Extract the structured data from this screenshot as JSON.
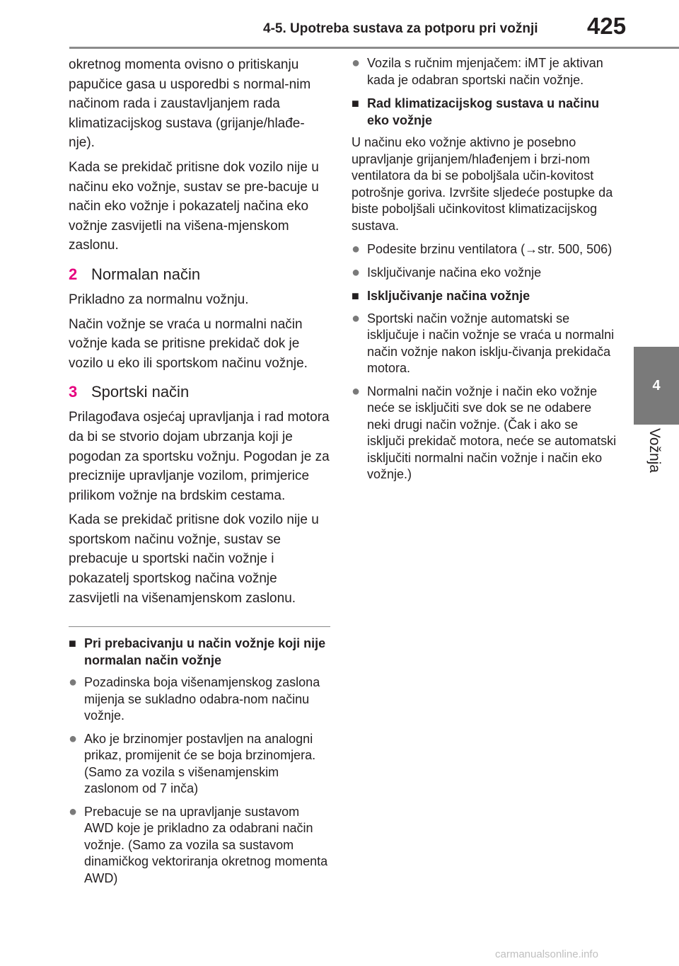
{
  "header": {
    "section": "4-5. Upotreba sustava za potporu pri vožnji",
    "page": "425"
  },
  "side_tab": {
    "number": "4",
    "label": "Vožnja"
  },
  "left": {
    "p1": "okretnog momenta ovisno o pritiskanju papučice gasa u usporedbi s normal-nim načinom rada i zaustavljanjem rada klimatizacijskog sustava (grijanje/hlađe-nje).",
    "p2": "Kada se prekidač pritisne dok vozilo nije u načinu eko vožnje, sustav se pre-bacuje u način eko vožnje i pokazatelj načina eko vožnje zasvijetli na višena-mjenskom zaslonu.",
    "step2_num": "2",
    "step2_title": "Normalan način",
    "p3": "Prikladno za normalnu vožnju.",
    "p4": "Način vožnje se vraća u normalni način vožnje kada se pritisne prekidač dok je vozilo u eko ili sportskom načinu vožnje.",
    "step3_num": "3",
    "step3_title": "Sportski način",
    "p5": "Prilagođava osjećaj upravljanja i rad motora da bi se stvorio dojam ubrzanja koji je pogodan za sportsku vožnju. Pogodan je za preciznije upravljanje vozilom, primjerice prilikom vožnje na brdskim cestama.",
    "p6": "Kada se prekidač pritisne dok vozilo nije u sportskom načinu vožnje, sustav se prebacuje u sportski način vožnje i pokazatelj sportskog načina vožnje zasvijetli na višenamjenskom zaslonu.",
    "heading1": "Pri prebacivanju u način vožnje koji nije normalan način vožnje",
    "bullets": [
      "Pozadinska boja višenamjenskog zaslona mijenja se sukladno odabra-nom načinu vožnje.",
      "Ako je brzinomjer postavljen na analogni prikaz, promijenit će se boja brzinomjera. (Samo za vozila s višenamjenskim zaslonom od 7 inča)",
      "Prebacuje se na upravljanje sustavom AWD koje je prikladno za odabrani način vožnje. (Samo za vozila sa sustavom dinamičkog vektoriranja okretnog momenta AWD)"
    ]
  },
  "right": {
    "bullet1": "Vozila s ručnim mjenjačem: iMT je aktivan kada je odabran sportski način vožnje.",
    "heading2": "Rad klimatizacijskog sustava u načinu eko vožnje",
    "p1": "U načinu eko vožnje aktivno je posebno upravljanje grijanjem/hlađenjem i brzi-nom ventilatora da bi se poboljšala učin-kovitost potrošnje goriva. Izvršite sljedeće postupke da biste poboljšali učinkovitost klimatizacijskog sustava.",
    "bullet2_pre": "Podesite brzinu ventilatora (",
    "bullet2_arrow": "→",
    "bullet2_post": "str. 500, 506)",
    "bullet3": "Isključivanje načina eko vožnje",
    "heading3": "Isključivanje načina vožnje",
    "bullet4": "Sportski način vožnje automatski se isključuje i način vožnje se vraća u normalni način vožnje nakon isklju-čivanja prekidača motora.",
    "bullet5": "Normalni način vožnje i način eko vožnje neće se isključiti sve dok se ne odabere neki drugi način vožnje. (Čak i ako se isključi prekidač motora, neće se automatski isključiti normalni način vožnje i način eko vožnje.)"
  },
  "watermark": "carmanualsonline.info",
  "symbols": {
    "square": "■",
    "dot": "●"
  },
  "colors": {
    "accent": "#e6007e",
    "tab": "#7a7a7a"
  }
}
